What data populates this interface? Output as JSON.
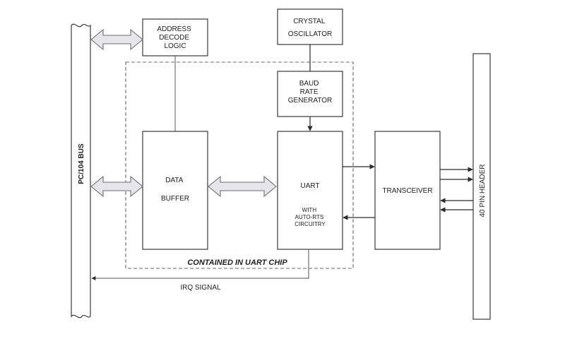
{
  "bus": {
    "label": "PC/104 BUS"
  },
  "header": {
    "label": "40 PIN HEADER"
  },
  "address_decode": {
    "lines": [
      "ADDRESS",
      "DECODE",
      "LOGIC"
    ]
  },
  "crystal": {
    "lines": [
      "CRYSTAL",
      "OSCILLATOR"
    ]
  },
  "baud": {
    "lines": [
      "BAUD",
      "RATE",
      "GENERATOR"
    ]
  },
  "data_buffer": {
    "lines": [
      "DATA",
      "BUFFER"
    ]
  },
  "uart": {
    "title": "UART",
    "lines": [
      "WITH",
      "AUTO-RTS",
      "CIRCUITRY"
    ]
  },
  "transceiver": {
    "label": "TRANSCEIVER"
  },
  "uart_chip": {
    "label": "CONTAINED IN UART CHIP"
  },
  "irq": {
    "label": "IRQ SIGNAL"
  },
  "colors": {
    "arrow_fill": "#e4e6ea",
    "stroke": "#3a3a3a"
  }
}
